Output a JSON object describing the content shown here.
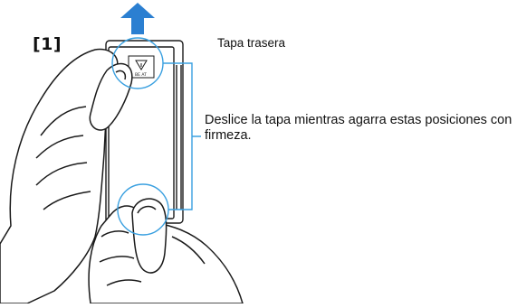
{
  "step": "[1]",
  "labels": {
    "back_cover": "Tapa trasera",
    "instruction": "Deslice la tapa mientras agarra estas posiciones con firmeza."
  },
  "device_mark": "BE AT",
  "colors": {
    "arrow": "#2b7fd1",
    "callout": "#3aa0e0",
    "outline": "#1a1a1a"
  },
  "icons": {
    "direction": "arrow-up-icon",
    "warning": "triangle-warning-icon"
  }
}
